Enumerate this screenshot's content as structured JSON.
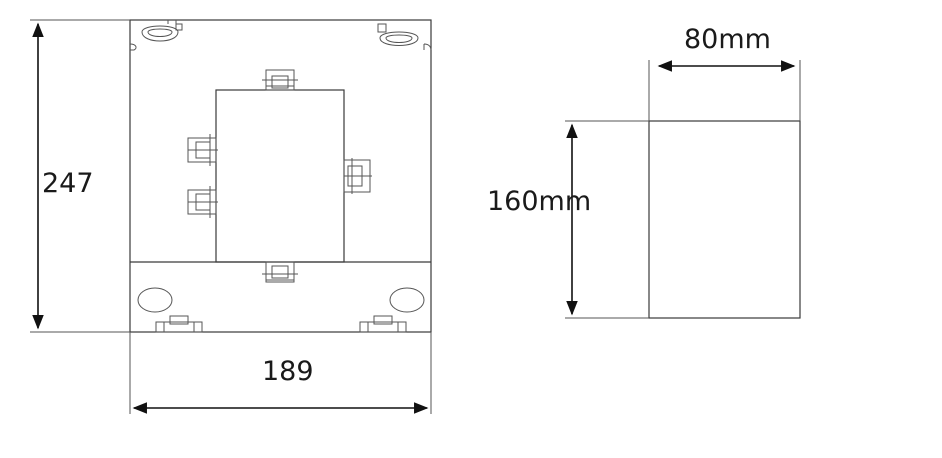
{
  "drawing": {
    "front_view": {
      "height_label": "247",
      "width_label": "189"
    },
    "side_view": {
      "depth_label": "80mm",
      "height_label": "160mm"
    },
    "colors": {
      "line": "#3a3a3a",
      "dimension": "#111111",
      "background": "#ffffff"
    }
  }
}
